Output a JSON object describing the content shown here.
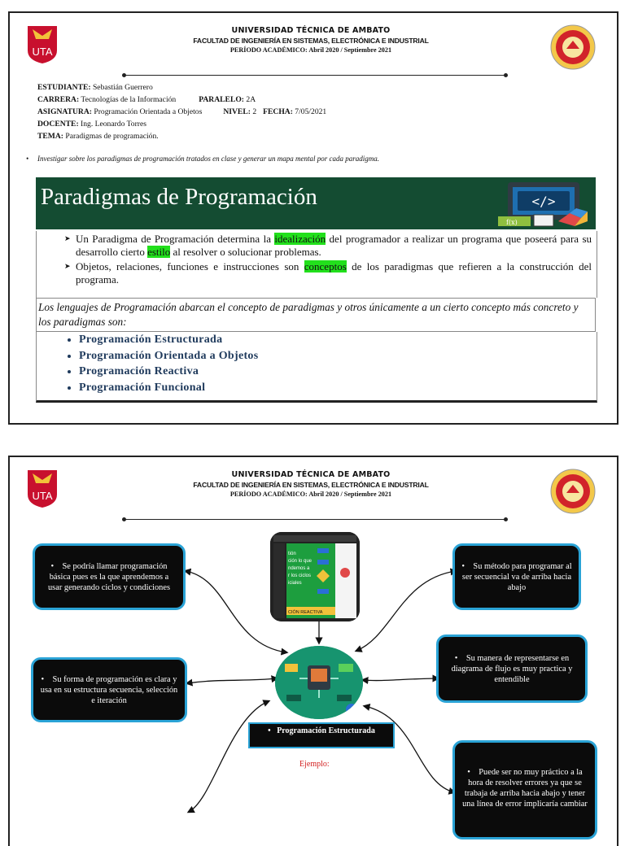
{
  "header": {
    "university": "UNIVERSIDAD TÉCNICA DE AMBATO",
    "faculty": "FACULTAD DE INGENIERÍA EN SISTEMAS, ELECTRÓNICA E INDUSTRIAL",
    "period": "PERÍODO ACADÉMICO: Abril 2020 / Septiembre 2021",
    "logo_text": "UTA"
  },
  "info": {
    "student_label": "ESTUDIANTE:",
    "student": " Sebastián Guerrero",
    "career_label": "CARRERA:",
    "career": "  Tecnologías de la Información",
    "parallel_label": "PARALELO:",
    "parallel": " 2A",
    "subject_label": "ASIGNATURA:",
    "subject": " Programación Orientada a Objetos",
    "level_label": "NIVEL:",
    "level": " 2",
    "date_label": "FECHA:",
    "date": " 7/05/2021",
    "teacher_label": "DOCENTE:",
    "teacher": " Ing. Leonardo Torres",
    "topic_label": "TEMA:",
    "topic": " Paradigmas de programación."
  },
  "task": "Investigar sobre los paradigmas de programación tratados en clase y generar un mapa mental por cada paradigma.",
  "banner": {
    "title": "Paradigmas de Programación",
    "icon_code": "</>",
    "icon_fx": "f(x)"
  },
  "points": {
    "p1_a": "Un Paradigma de Programación determina la ",
    "p1_hl1": "idealización",
    "p1_b": " del programador a realizar un programa que poseerá para su desarrollo cierto ",
    "p1_hl2": "estilo",
    "p1_c": " al resolver o solucionar problemas.",
    "p2_a": "Objetos, relaciones, funciones e instrucciones son ",
    "p2_hl": "conceptos",
    "p2_b": " de los paradigmas que refieren a la construcción del programa."
  },
  "intro": "Los lenguajes de Programación abarcan el concepto de paradigmas y otros únicamente a un cierto concepto más concreto y los paradigmas son:",
  "paradigms": [
    "Programación Estructurada",
    "Programación Orientada a Objetos",
    "Programación Reactiva",
    "Programación Funcional"
  ],
  "mindmap": {
    "box_tl": "Se podría llamar programación básica pues es la que aprendemos a usar generando ciclos y condiciones",
    "box_ml": "Su forma de programación es clara y usa en su estructura secuencia, selección e iteración",
    "box_tr": "Su método para programar al ser secuencial va de arriba hacia abajo",
    "box_mr": "Su manera de representarse en diagrama de flujo es muy practica y entendible",
    "box_br": "Puede ser no muy práctico a la hora de resolver errores ya que se trabaja de arriba hacia abajo y tener una línea de error implicaría cambiar",
    "center_title": "Programación Estructurada",
    "example_label": "Ejemplo:",
    "thumb_text_1": "tión",
    "thumb_text_2": "ción lo que",
    "thumb_text_3": "ndemos a",
    "thumb_text_4": "r los ciclos",
    "thumb_text_5": "iciales",
    "thumb_text_6": "CIÓN REACTIVA",
    "bullet": "•"
  },
  "colors": {
    "banner": "#144c32",
    "highlight": "#22e01c",
    "box_border": "#2aa3d6",
    "paradigm_text": "#1f3a5c",
    "example": "#d21d1d"
  }
}
